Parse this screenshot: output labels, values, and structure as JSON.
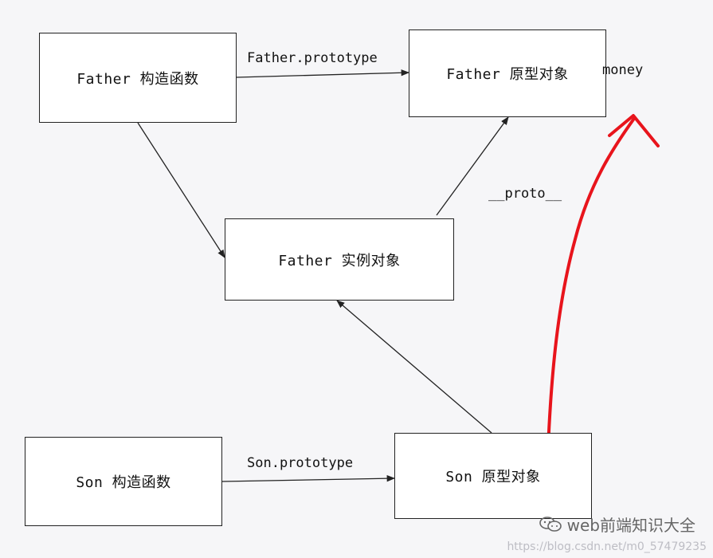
{
  "boxes": {
    "father_constructor": "Father 构造函数",
    "father_prototype_object": "Father 原型对象",
    "father_instance": "Father 实例对象",
    "son_constructor": "Son 构造函数",
    "son_prototype_object": "Son 原型对象"
  },
  "edge_labels": {
    "father_prototype": "Father.prototype",
    "proto": "__proto__",
    "money": "money",
    "son_prototype": "Son.prototype"
  },
  "watermark": {
    "brand": "web前端知识大全",
    "url": "https://blog.csdn.net/m0_57479235",
    "icon": "wechat-icon"
  },
  "colors": {
    "annotation": "#e8141c",
    "edge": "#222222"
  }
}
